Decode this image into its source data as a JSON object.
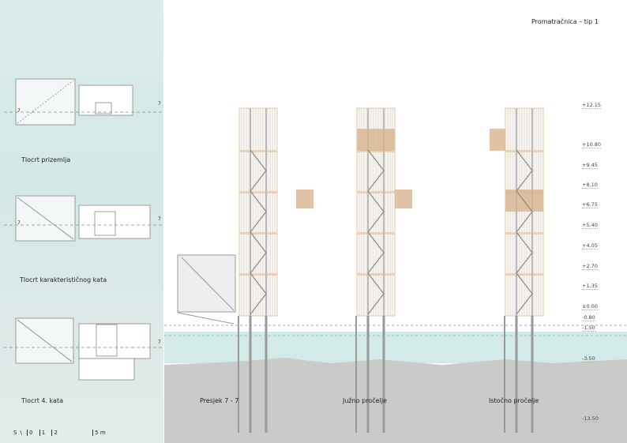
{
  "title": "Promatračnica – tip 1",
  "plans": [
    {
      "label": "Tlocrt prizemlja",
      "section_mark": "7"
    },
    {
      "label": "Tlocrt karakterističnog kata",
      "section_mark": "7"
    },
    {
      "label": "Tlocrt 4. kata",
      "section_mark": "7"
    }
  ],
  "scale_bar": {
    "north": "S",
    "ticks": [
      "0",
      "1",
      "2",
      "5 m"
    ]
  },
  "views": [
    "Presjek 7 - 7",
    "Južno pročelje",
    "Istočno pročelje"
  ],
  "levels": [
    "+12.15",
    "+10.80",
    "+9.45",
    "+8.10",
    "+6.75",
    "+5.40",
    "+4.05",
    "+2.70",
    "+1.35",
    "±0.00",
    "-0.80",
    "-1.50",
    "-3.50",
    "-13.50"
  ],
  "colors": {
    "wood": "#e6d2bc",
    "wood_dark": "#d8b48e",
    "water": "#cfe8e6",
    "ground": "#c9c9c7",
    "panel": "#d7eae9"
  }
}
